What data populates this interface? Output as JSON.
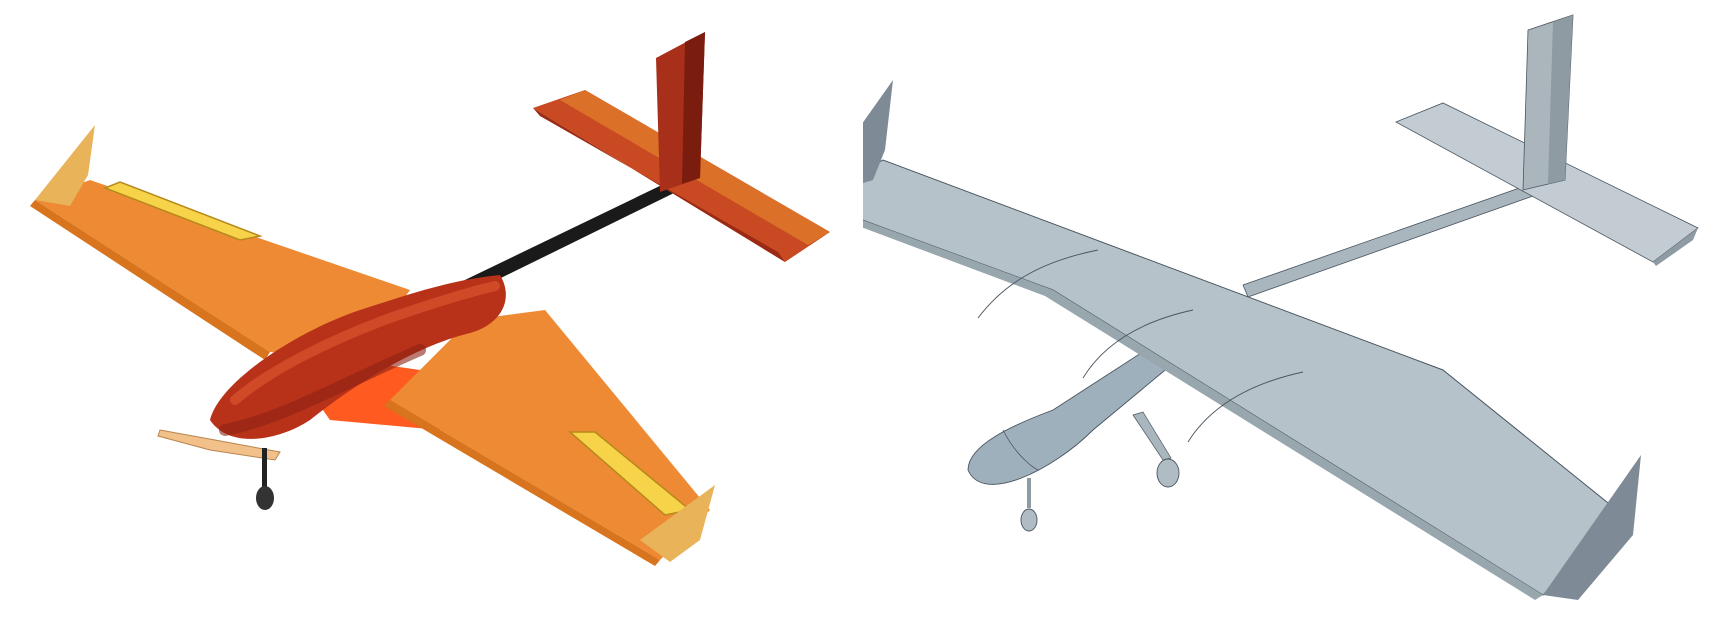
{
  "figure": {
    "background": "#ffffff",
    "panels": [
      {
        "id": "left",
        "subject": "uav-model-orange",
        "colors": {
          "wing": "#ee8a34",
          "wing_dark": "#d8741e",
          "fuselage": "#b8321a",
          "fuselage_dark": "#8c2212",
          "tail": "#c94a22",
          "tail_dark": "#9a2a14",
          "aileron": "#f7d34a",
          "winglet": "#e9b35a",
          "boom": "#1a1a1a",
          "belly": "#ff5a1f"
        }
      },
      {
        "id": "right",
        "subject": "uav-model-grey",
        "colors": {
          "wing": "#b6c2c9",
          "wing_dark": "#98a6ae",
          "fuselage": "#9fb0bd",
          "fuselage_dark": "#7d8f9c",
          "tail": "#c2ccd2",
          "tail_dark": "#8e9ba3",
          "winglet": "#7e8b96",
          "boom": "#a9b6be",
          "line": "#4a5560"
        }
      }
    ]
  }
}
